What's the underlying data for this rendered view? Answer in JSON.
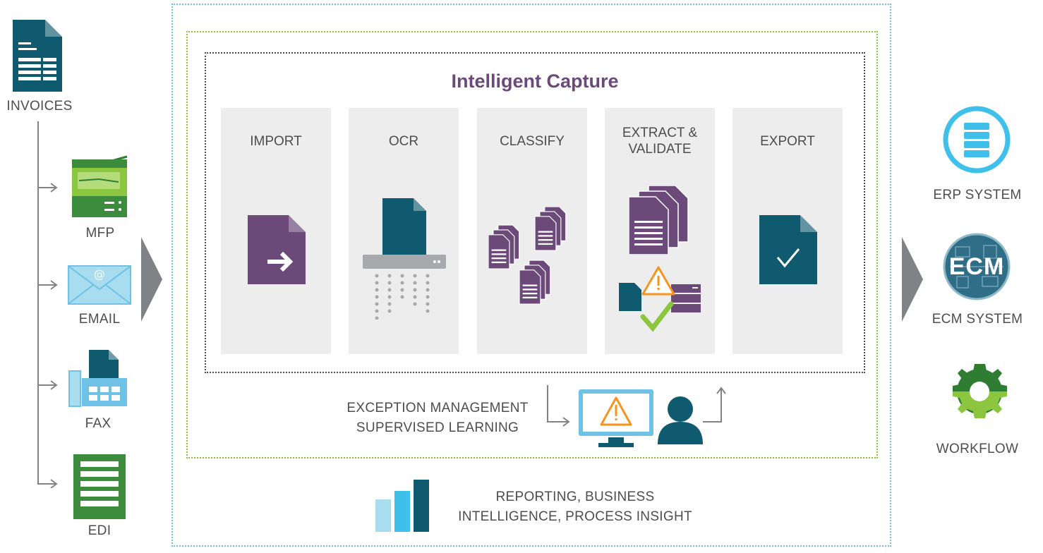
{
  "sources": {
    "invoices": "INVOICES",
    "mfp": "MFP",
    "email": "EMAIL",
    "fax": "FAX",
    "edi": "EDI"
  },
  "capture": {
    "title": "Intelligent Capture",
    "stages": [
      {
        "label": "IMPORT"
      },
      {
        "label": "OCR"
      },
      {
        "label": "CLASSIFY"
      },
      {
        "label": "EXTRACT &\nVALIDATE"
      },
      {
        "label": "EXPORT"
      }
    ]
  },
  "exception": {
    "line1": "EXCEPTION MANAGEMENT",
    "line2": "SUPERVISED LEARNING"
  },
  "reporting": {
    "line1": "REPORTING, BUSINESS",
    "line2": "INTELLIGENCE, PROCESS INSIGHT"
  },
  "targets": {
    "erp": "ERP SYSTEM",
    "ecm": "ECM SYSTEM",
    "ecm_logo_text": "ECM",
    "workflow": "WORKFLOW"
  },
  "colors": {
    "teal": "#0f5a6e",
    "purple": "#6b4a7a",
    "green": "#2e7d32",
    "light_green": "#8cc63f",
    "light_blue": "#6fc2e6",
    "orange": "#f7941d",
    "gray": "#808285"
  }
}
